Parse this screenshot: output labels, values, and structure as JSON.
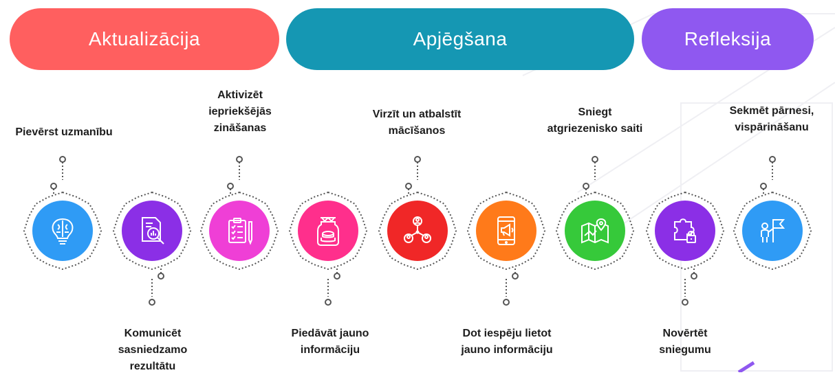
{
  "phases": [
    {
      "label": "Aktualizācija",
      "color": "#ff5f5f"
    },
    {
      "label": "Apjēgšana",
      "color": "#1597b3"
    },
    {
      "label": "Refleksija",
      "color": "#8f58f0"
    }
  ],
  "steps": [
    {
      "label": "Pievērst uzmanību",
      "color": "#2f9bf5",
      "icon": "brain-bulb-icon",
      "position": "top"
    },
    {
      "label": "Komunicēt\nsasniedzamo\nrezultātu",
      "color": "#8b2fe6",
      "icon": "document-search-icon",
      "position": "bottom"
    },
    {
      "label": "Aktivizēt\niepriekšējās\nzināšanas",
      "color": "#ef3fd6",
      "icon": "clipboard-checklist-icon",
      "position": "top"
    },
    {
      "label": "Piedāvāt jauno\ninformāciju",
      "color": "#ff2f8c",
      "icon": "jar-coins-icon",
      "position": "bottom"
    },
    {
      "label": "Virzīt un atbalstīt\nmācīšanos",
      "color": "#f02727",
      "icon": "people-network-icon",
      "position": "top"
    },
    {
      "label": "Dot iespēju lietot\njauno informāciju",
      "color": "#ff7a1a",
      "icon": "phone-megaphone-icon",
      "position": "bottom"
    },
    {
      "label": "Sniegt\natgriezenisko saiti",
      "color": "#36c93a",
      "icon": "map-pin-icon",
      "position": "top"
    },
    {
      "label": "Novērtēt\nsniegumu",
      "color": "#8b2fe6",
      "icon": "puzzle-lock-icon",
      "position": "bottom"
    },
    {
      "label": "Sekmēt pārnesi,\nvispārināšanu",
      "color": "#2f9bf5",
      "icon": "person-flag-icon",
      "position": "top"
    }
  ]
}
